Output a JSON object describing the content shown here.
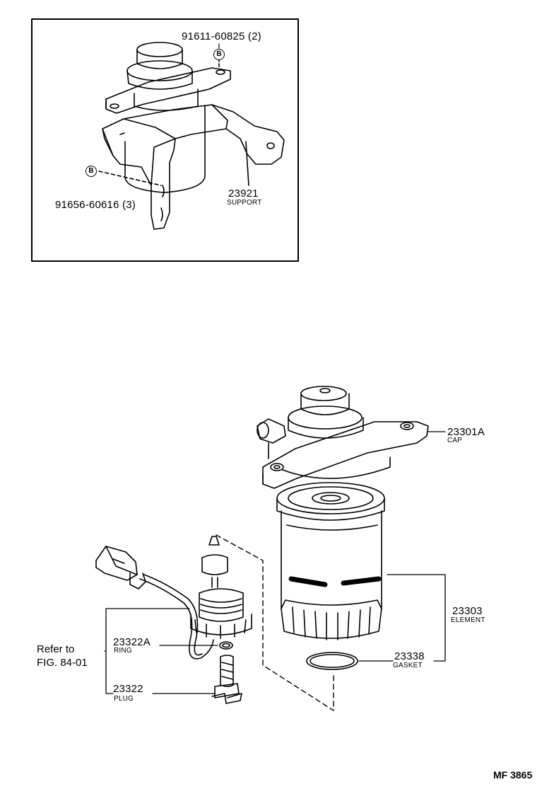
{
  "inset": {
    "bolt_symbol": "B",
    "bolt_top": {
      "part_no": "91611-60825",
      "qty": "(2)"
    },
    "bolt_side": {
      "part_no": "91656-60616",
      "qty": "(3)"
    },
    "support": {
      "part_no": "23921",
      "name": "SUPPORT"
    }
  },
  "parts": {
    "cap": {
      "part_no": "23301A",
      "name": "CAP"
    },
    "element": {
      "part_no": "23303",
      "name": "ELEMENT"
    },
    "gasket": {
      "part_no": "23338",
      "name": "GASKET"
    },
    "ring": {
      "part_no": "23322A",
      "name": "RING"
    },
    "plug": {
      "part_no": "23322",
      "name": "PLUG"
    }
  },
  "reference": {
    "line1": "Refer to",
    "line2": "FIG. 84-01"
  },
  "figure_code": "MF 3865"
}
